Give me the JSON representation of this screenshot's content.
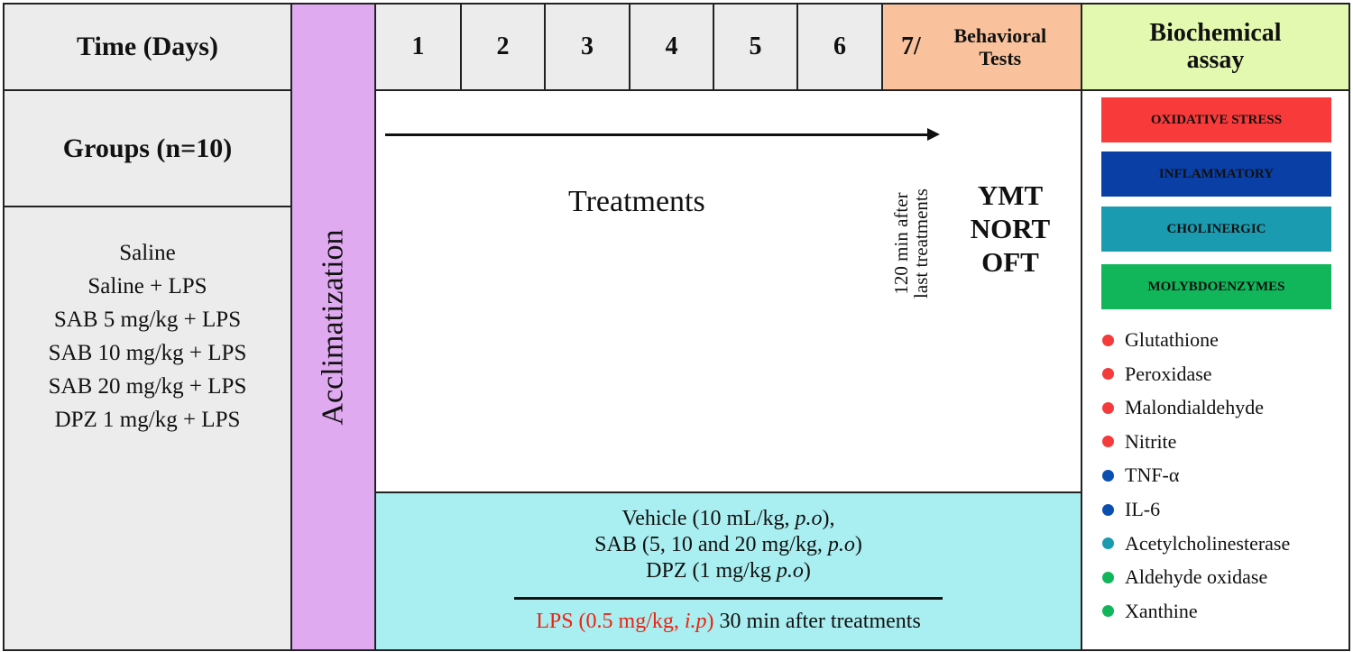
{
  "header": {
    "time_label": "Time (Days)",
    "days": [
      "1",
      "2",
      "3",
      "4",
      "5",
      "6"
    ],
    "day7": "7/",
    "behavioral": "Behavioral Tests",
    "biochem": "Biochemical assay"
  },
  "groups": {
    "title": "Groups (n=10)",
    "items": [
      "Saline",
      "Saline + LPS",
      "SAB 5 mg/kg + LPS",
      "SAB 10 mg/kg + LPS",
      "SAB 20 mg/kg + LPS",
      "DPZ 1 mg/kg + LPS"
    ]
  },
  "acclimatization": "Acclimatization",
  "treatments": {
    "label": "Treatments",
    "timing_line1": "120 min after",
    "timing_line2": "last treatments",
    "tests": [
      "YMT",
      "NORT",
      "OFT"
    ]
  },
  "dosing": {
    "vehicle_a": "Vehicle (10 mL/kg, ",
    "vehicle_i": "p.o",
    "vehicle_b": "),",
    "sab_a": "SAB (5, 10 and 20 mg/kg, ",
    "sab_i": "p.o",
    "sab_b": ")",
    "dpz_a": "DPZ (1 mg/kg ",
    "dpz_i": "p.o",
    "dpz_b": ")",
    "lps_a": "LPS (0.5 mg/kg, ",
    "lps_i": "i.p",
    "lps_b": ")",
    "lps_c": " 30 min after treatments"
  },
  "categories": [
    {
      "label": "OXIDATIVE STRESS",
      "color": "#f93a3a"
    },
    {
      "label": "INFLAMMATORY",
      "color": "#0a3fa6"
    },
    {
      "label": "CHOLINERGIC",
      "color": "#1b9bb0"
    },
    {
      "label": "MOLYBDOENZYMES",
      "color": "#12b65a"
    }
  ],
  "markers": [
    {
      "label": "Glutathione",
      "color": "#f43a3a"
    },
    {
      "label": "Peroxidase",
      "color": "#f43a3a"
    },
    {
      "label": "Malondialdehyde",
      "color": "#f43a3a"
    },
    {
      "label": "Nitrite",
      "color": "#f43a3a"
    },
    {
      "label": "TNF-α",
      "color": "#0a4fb0"
    },
    {
      "label": "IL-6",
      "color": "#0a4fb0"
    },
    {
      "label": "Acetylcholinesterase",
      "color": "#1b9bb0"
    },
    {
      "label": "Aldehyde oxidase",
      "color": "#12b65a"
    },
    {
      "label": "Xanthine",
      "color": "#12b65a"
    }
  ]
}
